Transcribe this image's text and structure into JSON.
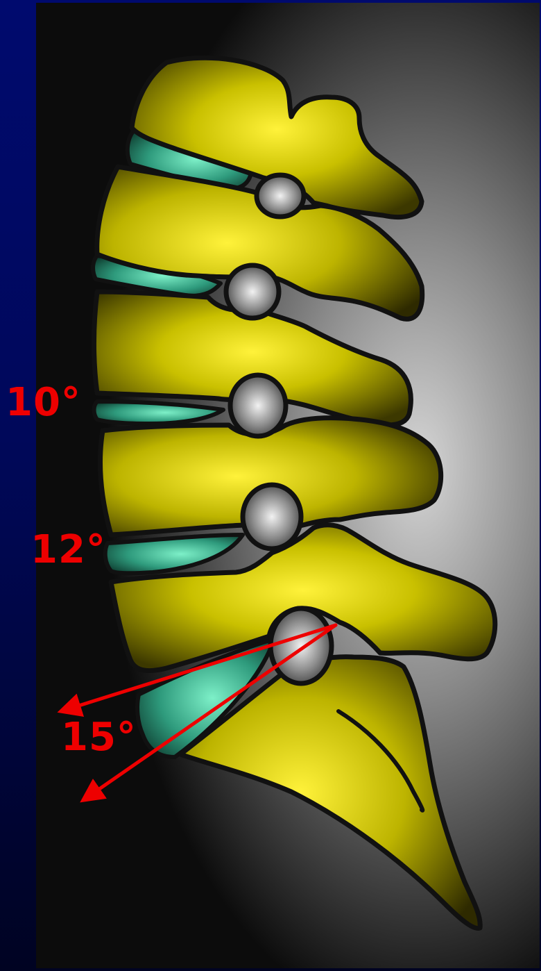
{
  "diagram": {
    "subject": "lumbar-spine-lateral-view",
    "colors": {
      "vertebra": "#e4e000",
      "disc": "#49c7a3",
      "facet": "#c8c8c8",
      "outline": "#111111",
      "annotation": "#ee0000",
      "border": "#000a6e"
    },
    "angles": [
      {
        "id": "l3-l4",
        "label": "10°"
      },
      {
        "id": "l4-l5",
        "label": "12°"
      },
      {
        "id": "l5-s1",
        "label": "15°"
      }
    ]
  }
}
